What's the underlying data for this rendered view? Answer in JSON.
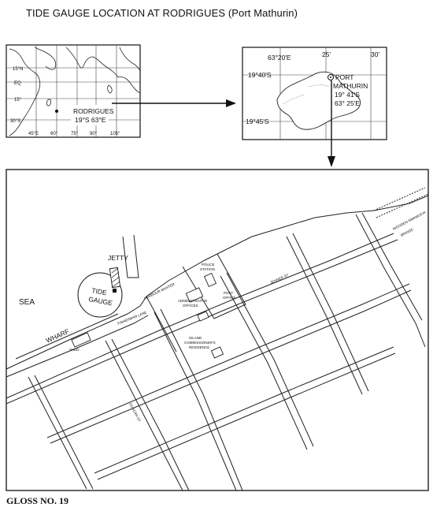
{
  "title": "TIDE GAUGE LOCATION AT RODRIGUES (Port Mathurin)",
  "footer": "GLOSS NO. 19",
  "world_map": {
    "lat_labels": [
      "15°N",
      "EQ",
      "15°",
      "30°S"
    ],
    "lon_labels": [
      "45°E",
      "60°",
      "75°",
      "90°",
      "105°"
    ],
    "callout_name": "RODRIGUES",
    "callout_coords": "19°S 63°E"
  },
  "island_map": {
    "lon_labels": [
      "63°20'E",
      "25'",
      "30'"
    ],
    "lat_labels": [
      "19°40'S",
      "19°45'S"
    ],
    "port_name_1": "PORT",
    "port_name_2": "MATHURIN",
    "port_lat": "19° 41'S",
    "port_lon": "63° 25'E"
  },
  "town_map": {
    "sea": "SEA",
    "jetty": "JETTY",
    "tide_1": "TIDE",
    "tide_2": "GAUGE",
    "wharf": "WHARF",
    "fisherman_lane": "FISHERMAN LANE",
    "shed": "SHED",
    "harbour_master": "HARBOUR MASTER",
    "administrative_1": "ADMINISTRATIVE",
    "administrative_2": "OFFICES",
    "police_1": "POLICE",
    "police_2": "STATION",
    "post_1": "POST",
    "post_2": "OFFICE",
    "jenner_st": "JENNER ST",
    "island_1": "ISLAND",
    "island_2": "COMMISSIONER'S",
    "island_3": "RESIDENCE",
    "bridge_1": "WOODEN SWAMUCIA",
    "bridge_2": "BRIDGE",
    "duncan_st": "DUNCAN ST"
  }
}
